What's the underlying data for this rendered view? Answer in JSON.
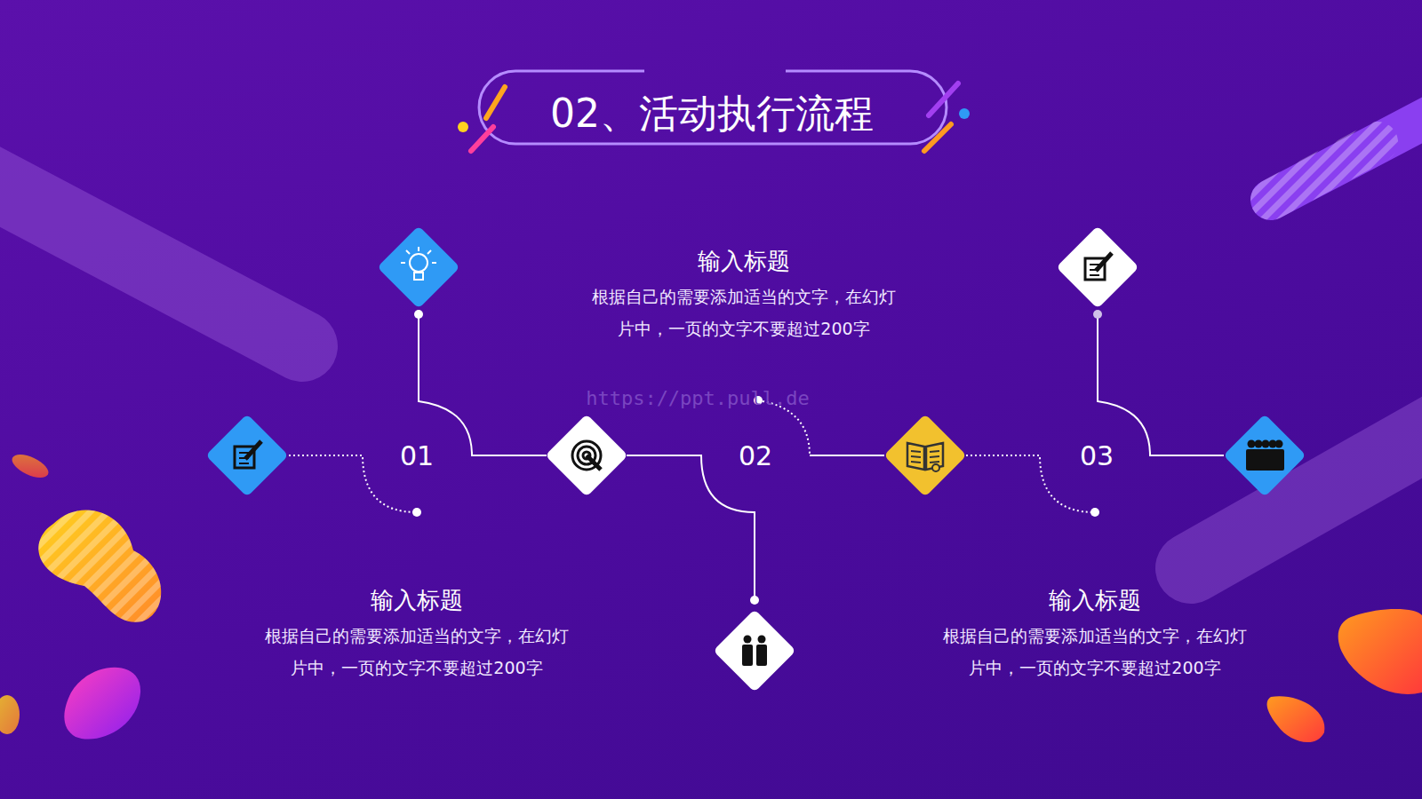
{
  "diagram": {
    "title": "02、活动执行流程",
    "nodes": [
      {
        "text": [
          "输入标题",
          "根据自己的需要添加适当的文字，在幻灯片中，一页的文字不要超过200字"
        ]
      },
      {
        "text": [
          "输入标题",
          "根据自己的需要添加适当的文字，在幻灯片中，一页的文字不要超过200字"
        ]
      },
      {
        "text": [
          "输入标题",
          "根据自己的需要添加适当的文字，在幻灯片中，一页的文字不要超过200字"
        ]
      }
    ],
    "labels": [
      "01",
      "02",
      "03",
      "https://ppt.pull.de"
    ]
  }
}
